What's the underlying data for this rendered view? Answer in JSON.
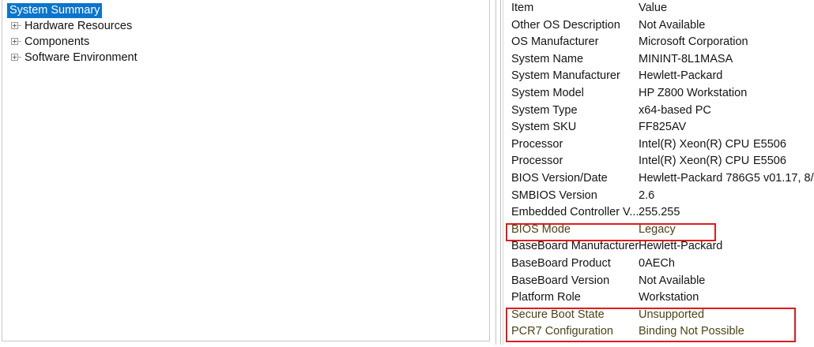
{
  "tree": {
    "items": [
      {
        "label": "System Summary",
        "selected": true,
        "expandable": false
      },
      {
        "label": "Hardware Resources",
        "selected": false,
        "expandable": true
      },
      {
        "label": "Components",
        "selected": false,
        "expandable": true
      },
      {
        "label": "Software Environment",
        "selected": false,
        "expandable": true
      }
    ]
  },
  "table": {
    "columns": [
      "Item",
      "Value"
    ],
    "rows": [
      {
        "item": "Item",
        "value": "Value",
        "tail": "",
        "flagged": false,
        "header": true
      },
      {
        "item": "Other OS Description",
        "value": "Not Available",
        "tail": "",
        "flagged": false
      },
      {
        "item": "OS Manufacturer",
        "value": "Microsoft Corporation",
        "tail": "",
        "flagged": false
      },
      {
        "item": "System Name",
        "value": "MININT-8L1MASA",
        "tail": "",
        "flagged": false
      },
      {
        "item": "System Manufacturer",
        "value": "Hewlett-Packard",
        "tail": "",
        "flagged": false
      },
      {
        "item": "System Model",
        "value": "HP Z800 Workstation",
        "tail": "",
        "flagged": false
      },
      {
        "item": "System Type",
        "value": "x64-based PC",
        "tail": "",
        "flagged": false
      },
      {
        "item": "System SKU",
        "value": "FF825AV",
        "tail": "",
        "flagged": false
      },
      {
        "item": "Processor",
        "value": "Intel(R) Xeon(R) CPU",
        "tail": "E5506",
        "flagged": false
      },
      {
        "item": "Processor",
        "value": "Intel(R) Xeon(R) CPU",
        "tail": "E5506",
        "flagged": false
      },
      {
        "item": "BIOS Version/Date",
        "value": "Hewlett-Packard 786G5 v01.17, 8/",
        "tail": "",
        "flagged": false
      },
      {
        "item": "SMBIOS Version",
        "value": "2.6",
        "tail": "",
        "flagged": false
      },
      {
        "item": "Embedded Controller V...",
        "value": "255.255",
        "tail": "",
        "flagged": false
      },
      {
        "item": "BIOS Mode",
        "value": "Legacy",
        "tail": "",
        "flagged": true
      },
      {
        "item": "BaseBoard Manufacturer",
        "value": "Hewlett-Packard",
        "tail": "",
        "flagged": false
      },
      {
        "item": "BaseBoard Product",
        "value": "0AECh",
        "tail": "",
        "flagged": false
      },
      {
        "item": "BaseBoard Version",
        "value": "Not Available",
        "tail": "",
        "flagged": false
      },
      {
        "item": "Platform Role",
        "value": "Workstation",
        "tail": "",
        "flagged": false
      },
      {
        "item": "Secure Boot State",
        "value": "Unsupported",
        "tail": "",
        "flagged": true
      },
      {
        "item": "PCR7 Configuration",
        "value": "Binding Not Possible",
        "tail": "",
        "flagged": true
      }
    ]
  },
  "annotations": {
    "color": "#e01b1b",
    "boxes": [
      {
        "name": "bios-mode-highlight",
        "targets": [
          "BIOS Mode"
        ]
      },
      {
        "name": "secure-boot-highlight",
        "targets": [
          "Secure Boot State",
          "PCR7 Configuration"
        ]
      }
    ]
  },
  "colors": {
    "selection_background": "#0b75ce",
    "selection_text": "#ffffff",
    "panel_background": "#ffffff",
    "text": "#141414",
    "flagged_text": "#4c4416",
    "border": "#c8c8c8"
  }
}
